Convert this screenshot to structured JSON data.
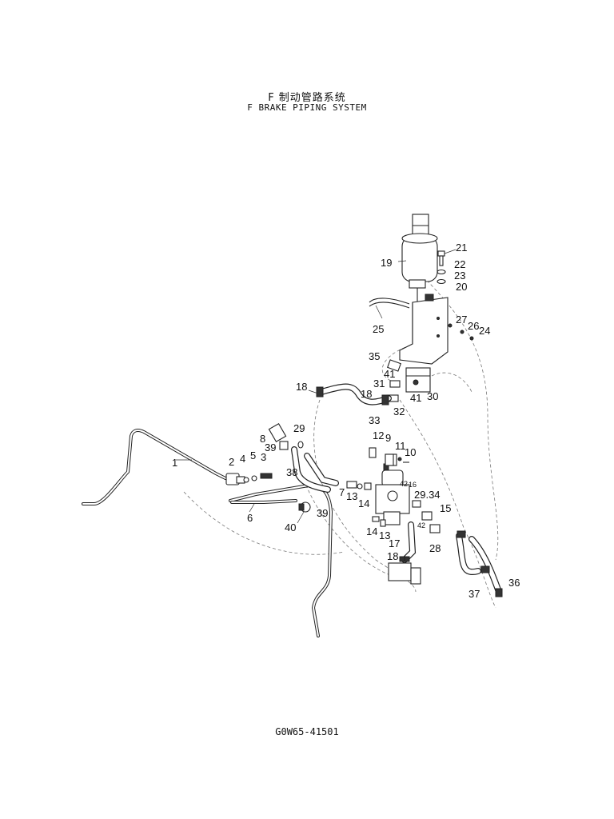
{
  "header": {
    "title_cn": "F 制动管路系统",
    "title_en": "F BRAKE PIPING SYSTEM"
  },
  "footer": {
    "drawing_code": "G0W65-41501"
  },
  "callouts": [
    "21",
    "19",
    "22",
    "23",
    "20",
    "25",
    "27",
    "26",
    "24",
    "35",
    "41",
    "18",
    "31",
    "18",
    "41",
    "30",
    "33",
    "32",
    "29",
    "12",
    "9",
    "8",
    "39",
    "11",
    "10",
    "1",
    "2",
    "4",
    "5",
    "3",
    "38",
    "7",
    "13",
    "42",
    "16",
    "29.34",
    "14",
    "6",
    "39",
    "15",
    "40",
    "42",
    "14",
    "13",
    "28",
    "17",
    "18",
    "37",
    "36"
  ]
}
